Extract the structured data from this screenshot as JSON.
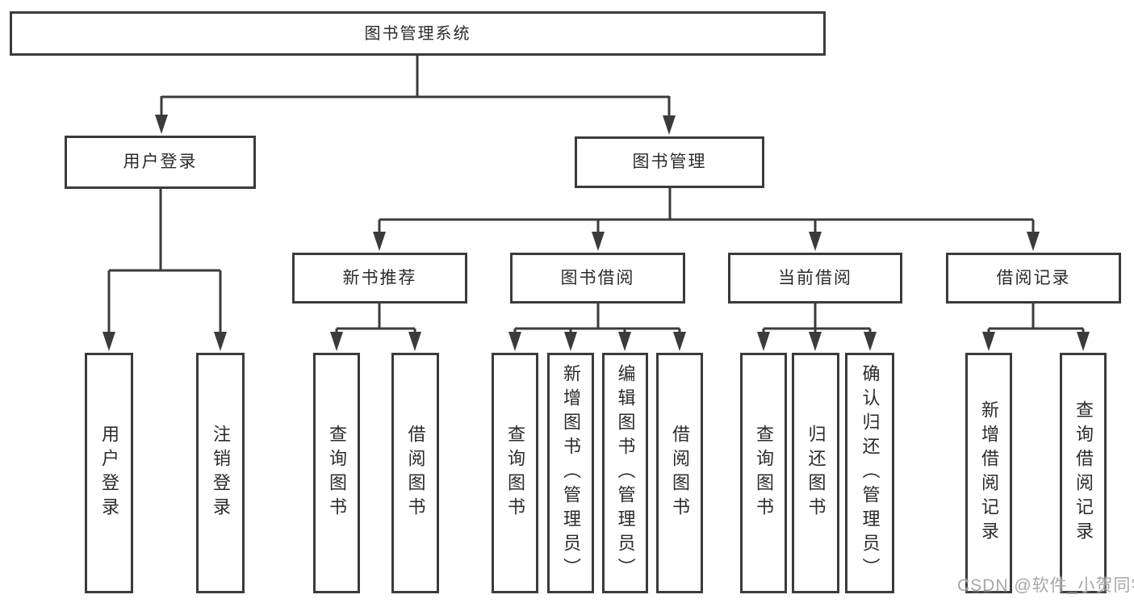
{
  "diagram": {
    "title": "图书管理系统",
    "root": {
      "label": "图书管理系统"
    },
    "level2": [
      {
        "label": "用户登录"
      },
      {
        "label": "图书管理"
      }
    ],
    "level3": [
      {
        "label": "新书推荐",
        "parent": "图书管理"
      },
      {
        "label": "图书借阅",
        "parent": "图书管理"
      },
      {
        "label": "当前借阅",
        "parent": "图书管理"
      },
      {
        "label": "借阅记录",
        "parent": "图书管理"
      }
    ],
    "leaves": [
      {
        "label": "用户登录",
        "parent": "用户登录"
      },
      {
        "label": "注销登录",
        "parent": "用户登录"
      },
      {
        "label": "查询图书",
        "parent": "新书推荐"
      },
      {
        "label": "借阅图书",
        "parent": "新书推荐"
      },
      {
        "label": "查询图书",
        "parent": "图书借阅"
      },
      {
        "label": "新增图书（管理员）",
        "parent": "图书借阅"
      },
      {
        "label": "编辑图书（管理员）",
        "parent": "图书借阅"
      },
      {
        "label": "借阅图书",
        "parent": "图书借阅"
      },
      {
        "label": "查询图书",
        "parent": "当前借阅"
      },
      {
        "label": "归还图书",
        "parent": "当前借阅"
      },
      {
        "label": "确认归还（管理员）",
        "parent": "当前借阅"
      },
      {
        "label": "新增借阅记录",
        "parent": "借阅记录"
      },
      {
        "label": "查询借阅记录",
        "parent": "借阅记录"
      }
    ]
  },
  "watermark": {
    "text": "CSDN @软件_小贺同学"
  },
  "colors": {
    "line": "#3b3b3b",
    "node_border": "#3b3b3b",
    "text": "#2b2b2b",
    "watermark": "#a7a7a7",
    "background": "#ffffff"
  }
}
